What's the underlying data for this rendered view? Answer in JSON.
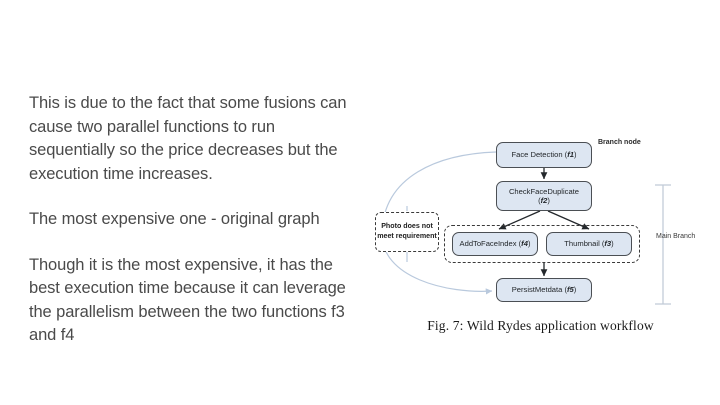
{
  "slide": {
    "background_color": "#ffffff",
    "text_color": "#4a4a4a"
  },
  "body_text": {
    "paragraphs": [
      "This is due to the fact that some fusions can cause two parallel functions to run sequentially so the price decreases but the execution time increases.",
      "The most expensive one - original graph",
      "Though it is the most expensive, it has the best execution time because it can leverage the parallelism between the two functions f3 and f4"
    ]
  },
  "figure": {
    "caption": "Fig. 7: Wild Rydes application workflow",
    "node_fill_color": "#dde6f2",
    "node_border_color": "#4b4f54",
    "arc_color": "#b9c9dd",
    "nodes": [
      {
        "id": "f1",
        "label": "Face Detection (",
        "fn": "f1",
        "suffix": ")"
      },
      {
        "id": "f2",
        "label": "CheckFaceDuplicate",
        "fn": "f2",
        "suffix": ""
      },
      {
        "id": "f4",
        "label": "AddToFaceIndex (",
        "fn": "f4",
        "suffix": ")"
      },
      {
        "id": "f3",
        "label": "Thumbnail (",
        "fn": "f3",
        "suffix": ")"
      },
      {
        "id": "f5",
        "label": "PersistMetdata (",
        "fn": "f5",
        "suffix": ")"
      }
    ],
    "annotations": {
      "branch_node": "Branch node",
      "main_branch": "Main Branch",
      "callout": "Photo does not meet requirement"
    }
  }
}
